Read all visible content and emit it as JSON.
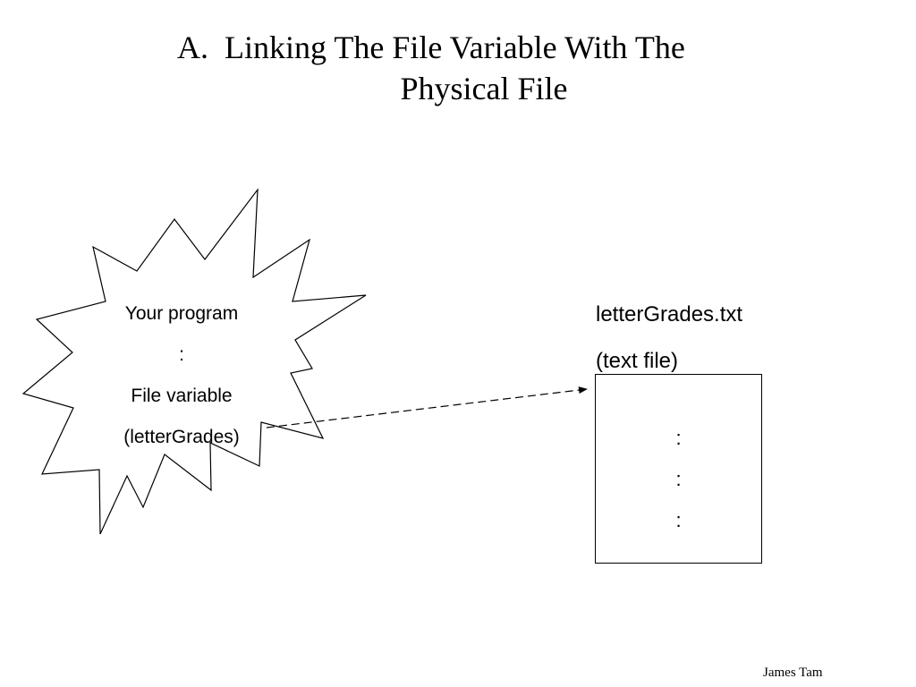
{
  "title": {
    "number": "A.",
    "line1": "Linking The File Variable With The",
    "line2": "Physical File"
  },
  "program": {
    "line1": "Your program",
    "line2": ":",
    "line3": "File variable",
    "line4": "(letterGrades)"
  },
  "file": {
    "name": "letterGrades.txt",
    "type": "(text file)",
    "dots": [
      ":",
      ":",
      ":"
    ]
  },
  "footer": "James Tam"
}
